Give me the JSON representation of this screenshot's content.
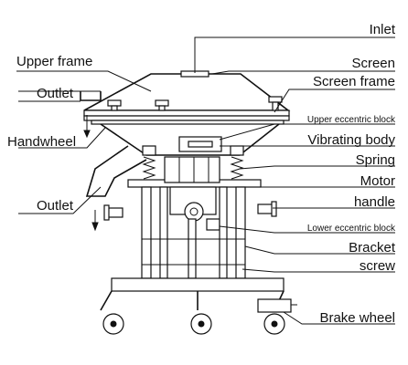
{
  "labels": {
    "inlet": "Inlet",
    "upper_frame": "Upper frame",
    "screen": "Screen",
    "outlet_top": "Outlet",
    "screen_frame": "Screen frame",
    "upper_eccentric_block": "Upper eccentric block",
    "handwheel": "Handwheel",
    "vibrating_body": "Vibrating body",
    "spring": "Spring",
    "outlet_bottom": "Outlet",
    "motor": "Motor",
    "handle": "handle",
    "lower_eccentric_block": "Lower eccentric block",
    "bracket": "Bracket",
    "screw": "screw",
    "brake_wheel": "Brake wheel"
  }
}
